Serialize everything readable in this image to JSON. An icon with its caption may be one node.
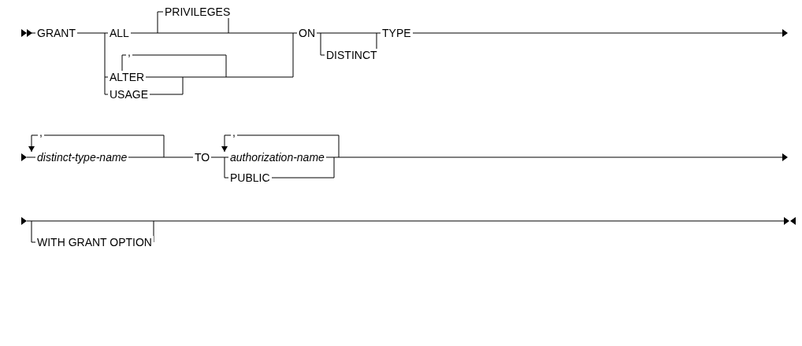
{
  "diagram": {
    "labels": [
      "GRANT",
      "ALL",
      "PRIVILEGES",
      ",",
      "ALTER",
      "USAGE",
      "ON",
      "DISTINCT",
      "TYPE",
      ",",
      "distinct-type-name",
      "TO",
      ",",
      "authorization-name",
      "PUBLIC",
      "WITH GRANT OPTION"
    ]
  }
}
